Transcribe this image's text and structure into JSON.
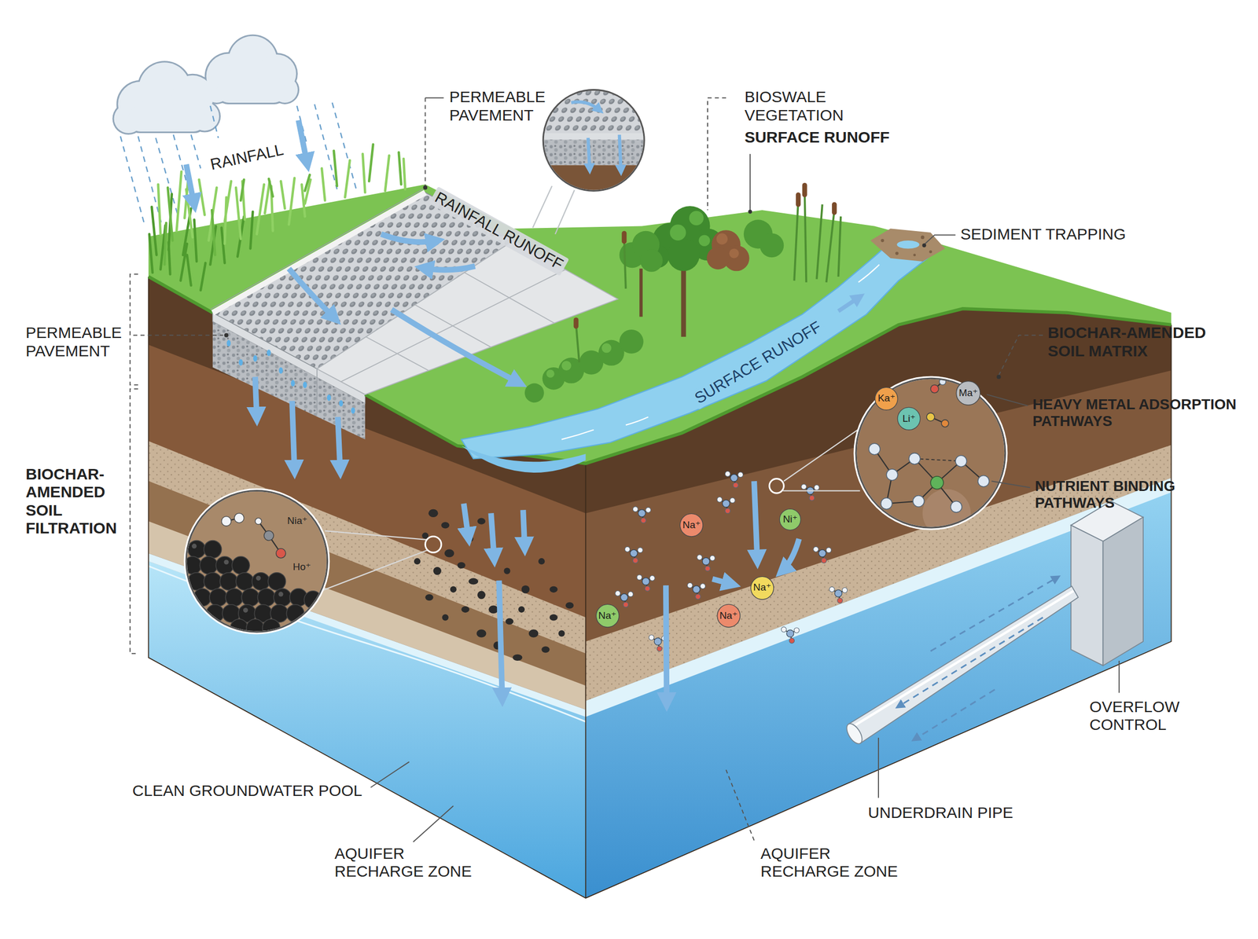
{
  "diagram": {
    "nodes": [
      {
        "text": [
          "Ka⁺"
        ]
      },
      {
        "text": [
          "Ma⁺"
        ]
      },
      {
        "text": [
          "Li⁺"
        ]
      },
      {
        "text": [
          "Ni⁺"
        ]
      },
      {
        "text": [
          "Na⁺"
        ]
      },
      {
        "text": [
          "Na⁺"
        ]
      },
      {
        "text": [
          "Na⁺"
        ]
      },
      {
        "text": [
          "Na⁺"
        ]
      }
    ],
    "labels": [
      "RAINFALL",
      "PERMEABLE PAVEMENT",
      "BIOSWALE VEGETATION",
      "SURFACE RUNOFF",
      "RAINFALL RUNOFF",
      "SEDIMENT TRAPPING",
      "PERMEABLE PAVEMENT",
      "BIOCHAR-AMENDED SOIL MATRIX",
      "SURFACE RUNOFF",
      "HEAVY METAL ADSORPTION PATHWAYS",
      "BIOCHAR-AMENDED SOIL FILTRATION",
      "NUTRIENT BINDING PATHWAYS",
      "Nia⁺",
      "Ho⁺",
      "OVERFLOW CONTROL",
      "CLEAN GROUNDWATER POOL",
      "UNDERDRAIN PIPE",
      "AQUIFER RECHARGE ZONE",
      "AQUIFER RECHARGE ZONE"
    ]
  }
}
